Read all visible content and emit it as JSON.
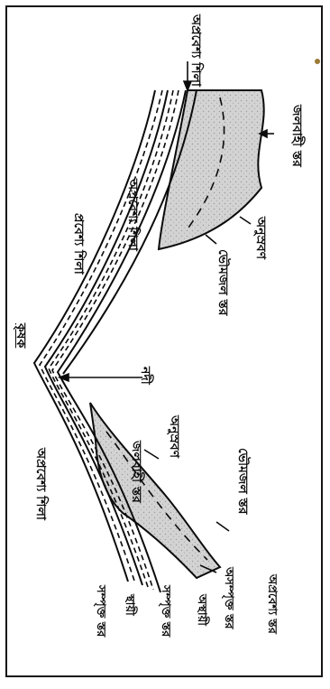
{
  "labels": {
    "upper_layer_arrow": "অপ্রবেশ্য শিলা",
    "right_limb_top": "অপ্রবেশ্য শিলা",
    "right_limb_lower": "প্রবেশ্য শিলা",
    "aquifer_right": "জলবাহী স্তর",
    "surface_right": "ভৌমজল স্তর",
    "seepage_right": "অনুস্রবণ",
    "edge_right": "অপ্রবেশ্য স্তর",
    "crest_left": "কৃষক",
    "crest_arrow": "নদী",
    "left_limb_upper": "অপ্রবেশ্য শিলা",
    "aquifer_left": "জলবাহী স্তর",
    "seepage_left": "অনুস্রবণ",
    "surface_left": "ভৌমজল স্তর",
    "bottom_a": "সম্পৃক্ত স্তর",
    "bottom_b": "স্থায়ী",
    "bottom_c": "সম্পৃক্ত স্তর",
    "bottom_d": "অসম্পৃক্ত স্তর",
    "bottom_e": "অস্থায়ী"
  },
  "colors": {
    "ink": "#111111",
    "stipple_fill": "#c9c9c9",
    "background": "#fbfbfa"
  }
}
